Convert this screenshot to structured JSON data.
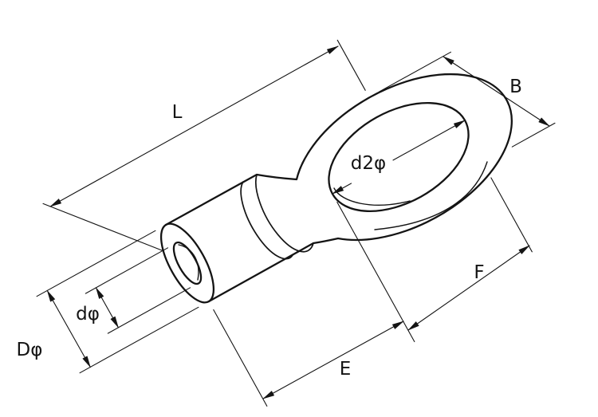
{
  "diagram": {
    "background_color": "#ffffff",
    "line_color": "#141414",
    "labels": {
      "overall_length": "L",
      "ring_outer_width": "B",
      "ring_hole_diameter": "d2φ",
      "barrel_inner_diameter": "dφ",
      "barrel_outer_diameter": "Dφ",
      "tongue_length": "E",
      "hole_to_tip_length": "F"
    }
  }
}
